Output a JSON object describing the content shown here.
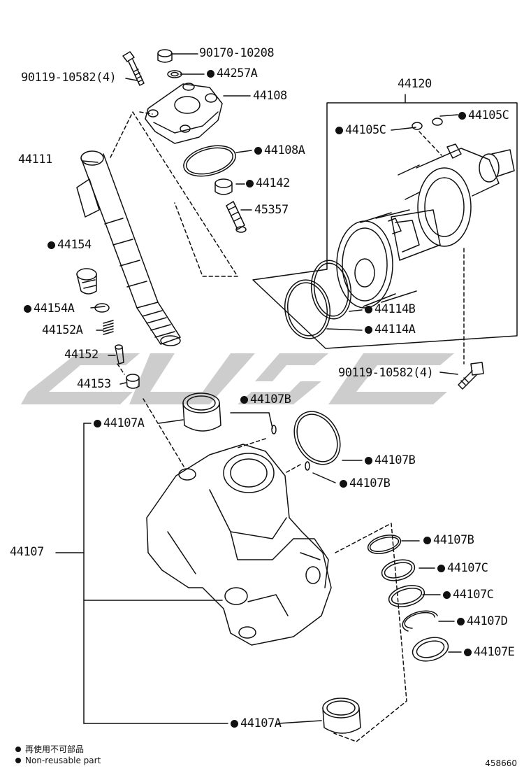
{
  "diagram": {
    "callouts": [
      {
        "id": "c1",
        "text": "90170-10208",
        "nonreusable": false
      },
      {
        "id": "c2",
        "text": "44257A",
        "nonreusable": true
      },
      {
        "id": "c3",
        "text": "90119-10582(4)",
        "nonreusable": false
      },
      {
        "id": "c4",
        "text": "44108",
        "nonreusable": false
      },
      {
        "id": "c5",
        "text": "44120",
        "nonreusable": false
      },
      {
        "id": "c6",
        "text": "44105C",
        "nonreusable": true
      },
      {
        "id": "c7",
        "text": "44105C",
        "nonreusable": true
      },
      {
        "id": "c8",
        "text": "44111",
        "nonreusable": false
      },
      {
        "id": "c9",
        "text": "44108A",
        "nonreusable": true
      },
      {
        "id": "c10",
        "text": "44142",
        "nonreusable": true
      },
      {
        "id": "c11",
        "text": "45357",
        "nonreusable": false
      },
      {
        "id": "c12",
        "text": "44154",
        "nonreusable": true
      },
      {
        "id": "c13",
        "text": "44114B",
        "nonreusable": true
      },
      {
        "id": "c14",
        "text": "44154A",
        "nonreusable": true
      },
      {
        "id": "c15",
        "text": "44114A",
        "nonreusable": true
      },
      {
        "id": "c16",
        "text": "44152A",
        "nonreusable": false
      },
      {
        "id": "c17",
        "text": "44152",
        "nonreusable": false
      },
      {
        "id": "c18",
        "text": "90119-10582(4)",
        "nonreusable": false
      },
      {
        "id": "c19",
        "text": "44153",
        "nonreusable": false
      },
      {
        "id": "c20",
        "text": "44107B",
        "nonreusable": true
      },
      {
        "id": "c21",
        "text": "44107A",
        "nonreusable": true
      },
      {
        "id": "c22",
        "text": "44107B",
        "nonreusable": true
      },
      {
        "id": "c23",
        "text": "44107B",
        "nonreusable": true
      },
      {
        "id": "c24",
        "text": "44107",
        "nonreusable": false
      },
      {
        "id": "c25",
        "text": "44107B",
        "nonreusable": true
      },
      {
        "id": "c26",
        "text": "44107C",
        "nonreusable": true
      },
      {
        "id": "c27",
        "text": "44107C",
        "nonreusable": true
      },
      {
        "id": "c28",
        "text": "44107D",
        "nonreusable": true
      },
      {
        "id": "c29",
        "text": "44107E",
        "nonreusable": true
      },
      {
        "id": "c30",
        "text": "44107A",
        "nonreusable": true
      }
    ]
  },
  "legend": {
    "line1": "再使用不可部品",
    "line2": "Non-reusable part"
  },
  "drawing_code": "458660",
  "watermark_color": "#c8c8c8"
}
